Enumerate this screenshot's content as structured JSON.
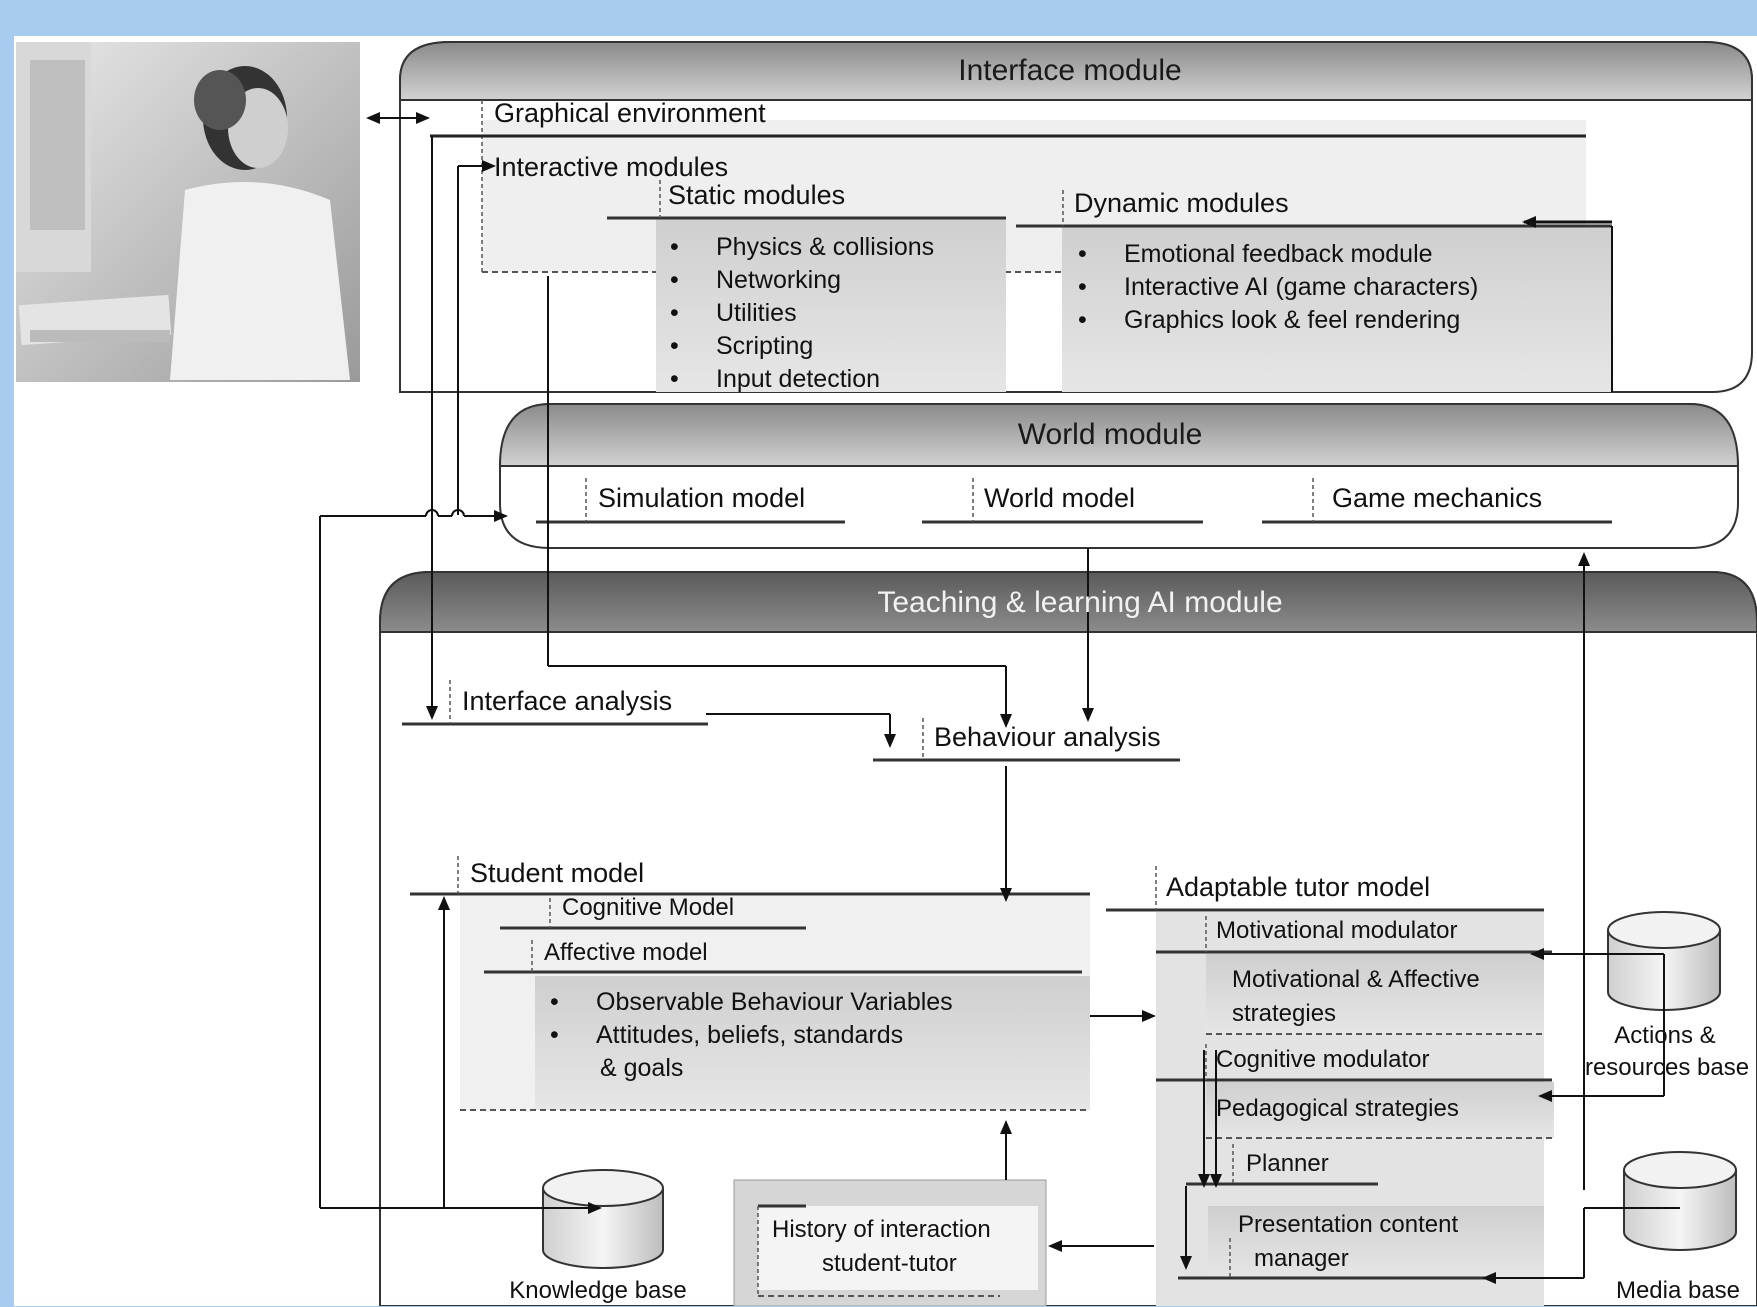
{
  "interface_module": {
    "title": "Interface module",
    "graphical_environment": "Graphical environment",
    "interactive_modules": "Interactive modules",
    "static_modules": {
      "title": "Static modules",
      "items": [
        "Physics & collisions",
        "Networking",
        "Utilities",
        "Scripting",
        "Input detection"
      ]
    },
    "dynamic_modules": {
      "title": "Dynamic modules",
      "items": [
        "Emotional feedback module",
        "Interactive AI (game characters)",
        "Graphics look & feel rendering"
      ]
    }
  },
  "world_module": {
    "title": "World module",
    "components": [
      "Simulation model",
      "World model",
      "Game mechanics"
    ]
  },
  "teaching_module": {
    "title": "Teaching & learning AI module",
    "interface_analysis": "Interface analysis",
    "behaviour_analysis": "Behaviour analysis",
    "student_model": {
      "title": "Student model",
      "cognitive_model": "Cognitive Model",
      "affective_model": "Affective model",
      "items": [
        "Observable Behaviour Variables",
        "Attitudes, beliefs, standards",
        "& goals"
      ]
    },
    "tutor_model": {
      "title": "Adaptable tutor model",
      "motivational_modulator": "Motivational modulator",
      "motivational_strategies": [
        "Motivational & Affective",
        "strategies"
      ],
      "cognitive_modulator": "Cognitive modulator",
      "pedagogical_strategies": "Pedagogical strategies",
      "planner": "Planner",
      "presentation_manager": [
        "Presentation content",
        "manager"
      ]
    },
    "history": [
      "History of interaction",
      "student-tutor"
    ],
    "knowledge_base": "Knowledge base",
    "actions_base": [
      "Actions &",
      "resources base"
    ],
    "media_base": "Media base"
  },
  "colors": {
    "background": "#a7ccf0",
    "panel": "#ffffff",
    "header_dark": "#6b6b6b",
    "header_light": "#bdbdbd",
    "box_fill": "#d9d9d9",
    "line": "#1a1a1a"
  },
  "icons": {
    "photo": "person-at-computer-image",
    "database": "database-cylinder-icon"
  }
}
